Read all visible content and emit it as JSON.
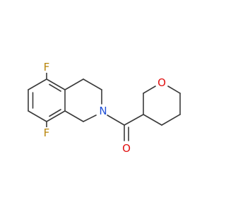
{
  "molecule": {
    "atoms": {
      "f_top": {
        "symbol": "F",
        "color": "#b8860b"
      },
      "f_bottom": {
        "symbol": "F",
        "color": "#b8860b"
      },
      "n_ring": {
        "symbol": "N",
        "color": "#1f4fd6"
      },
      "o_ring": {
        "symbol": "O",
        "color": "#e01010"
      },
      "o_carbonyl": {
        "symbol": "O",
        "color": "#e01010"
      }
    },
    "bond_color": "#3a3a3a",
    "background": "#ffffff"
  }
}
